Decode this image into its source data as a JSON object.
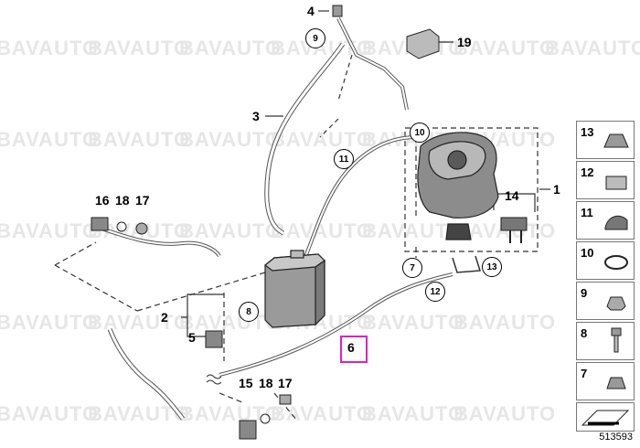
{
  "watermark": "BAVAUTO",
  "diagram_code": "513593",
  "callouts": {
    "c1": "1",
    "c2": "2",
    "c3": "3",
    "c4": "4",
    "c5": "5",
    "c6": "6",
    "c14": "14",
    "c15": "15",
    "c16": "16",
    "c17a": "17",
    "c17b": "17",
    "c18a": "18",
    "c18b": "18",
    "c19": "19"
  },
  "circled": {
    "c7": "7",
    "c8": "8",
    "c9": "9",
    "c10": "10",
    "c11": "11",
    "c12": "12",
    "c13": "13"
  },
  "side_legend": [
    "13",
    "12",
    "11",
    "10",
    "9",
    "8",
    "7"
  ],
  "highlight_color": "#e020c0"
}
